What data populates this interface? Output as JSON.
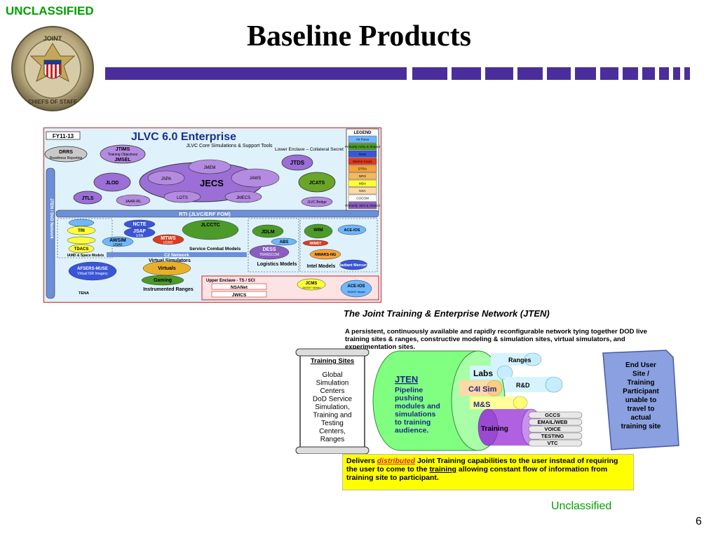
{
  "header": {
    "classification_top": "UNCLASSIFIED",
    "title": "Baseline Products"
  },
  "footer": {
    "classification_bottom": "Unclassified",
    "page_number": "6"
  },
  "seal": {
    "text_top": "JOINT",
    "text_bottom": "CHIEFS OF STAFF"
  },
  "jlvc": {
    "fy_label": "FY11-13",
    "title": "JLVC 6.0 Enterprise",
    "legend_title": "LEGEND",
    "legend": [
      {
        "label": "Air Force",
        "color": "#6fb7ff"
      },
      {
        "label": "Primarily Army & Shared",
        "color": "#4c9a2a"
      },
      {
        "label": "Navy",
        "color": "#3a56d8"
      },
      {
        "label": "Marine Corps",
        "color": "#e03a1e"
      },
      {
        "label": "DTRA",
        "color": "#f6a13a"
      },
      {
        "label": "NRO",
        "color": "#f4b95a"
      },
      {
        "label": "MDA",
        "color": "#ffff3a"
      },
      {
        "label": "NSA",
        "color": "#ffd9a6"
      },
      {
        "label": "COCOM",
        "color": "#ffffff"
      },
      {
        "label": "Primarily Joint & Shared",
        "color": "#8a5dbf"
      }
    ],
    "core_title": "JLVC Core Simulations & Support Tools",
    "lower_enclave": "Lower Enclave – Collateral Secret",
    "drrs": "DRRS",
    "drrs_sub": "Readiness Reporting",
    "jtims": "JTIMS",
    "jtims_sub": "Training Objectives",
    "jmsel": "JMSEL",
    "jlod": "JLOD",
    "jtls": "JTLS",
    "jaar": "JAAR-RL",
    "jecs": "JECS",
    "jmem": "JMEM",
    "jspa": "JSPA",
    "jaws": "JAWS",
    "lots": "LOTS",
    "jmecs": "JMECS",
    "jtds": "JTDS",
    "jcats": "JCATS",
    "jlvc_bridge": "JLVC Bridge",
    "rti": "RTI (JLVC/ERF FOM)",
    "jten_vertical": "JTEN / DoD Network",
    "ncte": "NCTE",
    "jsaf": "JSAF",
    "jsaf_sub": "USN",
    "jlcctc": "JLCCTC",
    "awsim": "AWSIM",
    "awsim_sub": "USAF",
    "mtws": "MTWS",
    "mtws_sub": "USMC",
    "service_models": "Service Combat Models",
    "c2_network": "C2 Network",
    "tri": "TRI",
    "tdacs": "TDACS",
    "iamd": "IAMD & Space Models",
    "jdlm": "JDLM",
    "abs": "ABS",
    "dess": "DESS",
    "dess_sub": "TRANSCOM",
    "logistics": "Logistics Models",
    "wim": "WIM",
    "iwmdt": "IWMDT",
    "ace_ios_top": "ACE-IOS",
    "nwars": "NWARS-NG",
    "intel": "Intel Models",
    "radiant": "Radiant Mercury",
    "virtual_sims": "Virtual Simulators",
    "afsers": "AFSERS-MUSE",
    "afsers_sub": "Virtual ISR Imagery",
    "virtuals": "Virtuals",
    "gaming": "Gaming",
    "instrumented": "Instrumented Ranges",
    "tena": "TENA",
    "upper_enclave": "Upper Enclave - TS / SCI",
    "nsanet": "NSANet",
    "jwics": "JWICS",
    "jcms": "JCMS",
    "jcms_sub": "SIGINT Model",
    "ace_ios_bottom": "ACE-IOS",
    "ace_ios_bottom_sub": "SIGINT Model"
  },
  "jten": {
    "title": "The Joint Training & Enterprise  Network (JTEN)",
    "description": "A persistent, continuously available and rapidly reconfigurable network tying together DOD live training sites & ranges, constructive modeling & simulation sites, virtual simulators, and experimentation sites.",
    "training_sites_heading": "Training Sites",
    "training_sites_lines": [
      "Global",
      "Simulation",
      "Centers",
      "DoD Service",
      "Simulation,",
      "Training and",
      "Testing",
      "Centers,",
      "Ranges"
    ],
    "pipe_title": "JTEN",
    "pipe_lines": [
      "Pipeline",
      "pushing",
      "modules and",
      "simulations",
      "to training",
      "audience."
    ],
    "modules": [
      "Ranges",
      "Labs",
      "C4I Sim",
      "R&D",
      "M&S"
    ],
    "training_label": "Training",
    "outputs": [
      "GCCS",
      "EMAIL/WEB",
      "VOICE",
      "TESTING",
      "VTC"
    ],
    "end_user_lines": [
      "End User",
      "Site /",
      "Training",
      "Participant",
      "unable to",
      "travel to",
      "actual",
      "training site"
    ],
    "delivers_parts": {
      "p1": "Delivers ",
      "p2": "distributed",
      "p3": " Joint Training capabilities to the user instead of requiring the user to come to the ",
      "p4": "training",
      "p5": " allowing constant flow of information from training site to participant."
    }
  },
  "colors": {
    "bar": "#4b2e9b",
    "green": "#00a000",
    "jecs": "#9b6fd6",
    "pipe": "#80ff80"
  }
}
